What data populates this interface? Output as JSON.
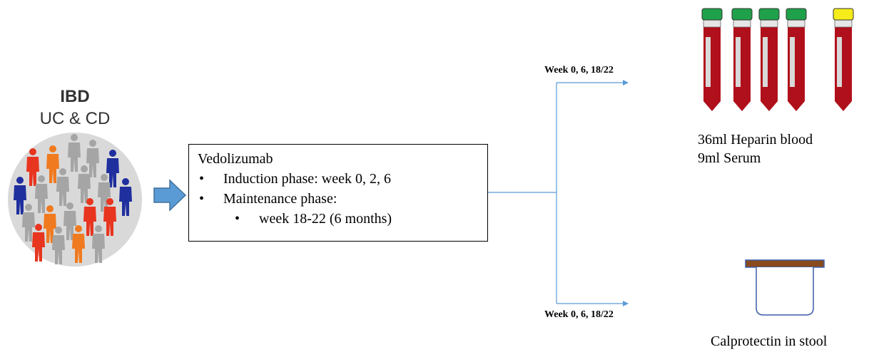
{
  "cohort": {
    "title": "IBD",
    "subtitle": "UC & CD"
  },
  "treatment": {
    "drug": "Vedolizumab",
    "items": [
      "Induction phase: week 0, 2, 6",
      "Maintenance phase:"
    ],
    "subitem": "week 18-22 (6 months)"
  },
  "sampling": {
    "top_label": "Week  0, 6, 18/22",
    "bottom_label": "Week  0, 6, 18/22"
  },
  "blood": {
    "line1": "36ml Heparin blood",
    "line2": "9ml Serum"
  },
  "stool": {
    "label": "Calprotectin in stool"
  },
  "colors": {
    "arrow_fill": "#5b9bd5",
    "connector": "#5b9bd5",
    "tube_blood": "#b0101b",
    "tube_cap_heparin": "#1fa04a",
    "tube_cap_serum": "#f5ec1a",
    "people_red": "#e8351f",
    "people_orange": "#f07a1f",
    "people_blue": "#1f2f9e",
    "people_grey": "#a5a5a5",
    "circle_bg": "#d9d9d9"
  }
}
